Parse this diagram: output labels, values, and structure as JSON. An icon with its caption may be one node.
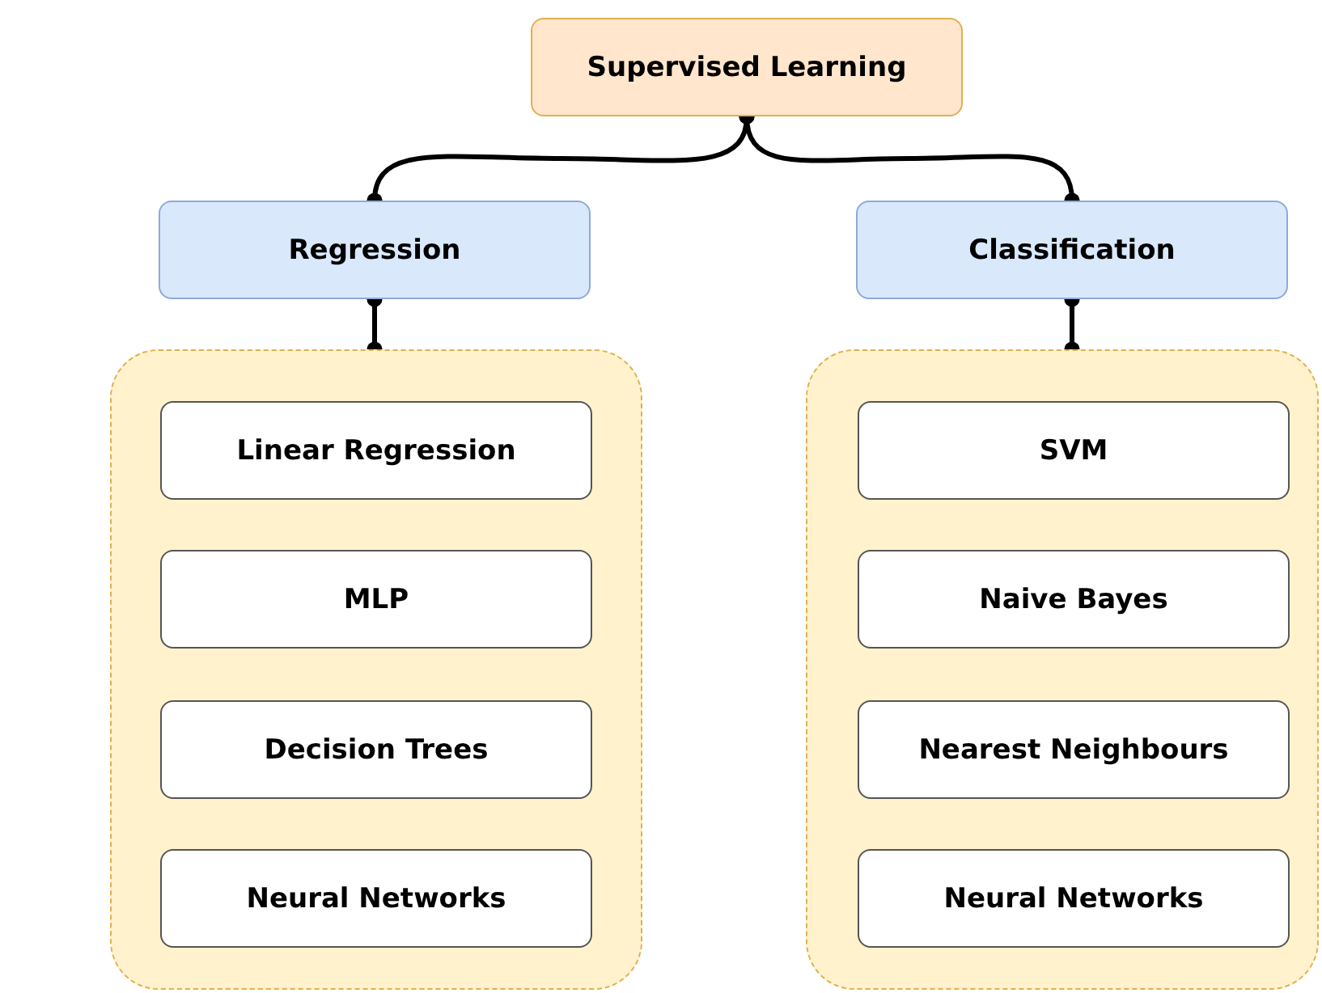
{
  "diagram": {
    "nodes": [
      {
        "text": [
          "Supervised Learning"
        ]
      },
      {
        "text": [
          "Regression"
        ]
      },
      {
        "text": [
          "Classification"
        ]
      },
      {
        "text": [],
        "shape": "box"
      },
      {
        "text": [
          "Linear Regression"
        ],
        "in": 3
      },
      {
        "text": [
          "MLP"
        ],
        "in": 3
      },
      {
        "text": [
          "Decision Trees"
        ],
        "in": 3
      },
      {
        "text": [
          "Neural Networks"
        ],
        "in": 3
      },
      {
        "text": [],
        "shape": "box"
      },
      {
        "text": [
          "SVM"
        ],
        "in": 8
      },
      {
        "text": [
          "Naive Bayes"
        ],
        "in": 8
      },
      {
        "text": [
          "Nearest Neighbours"
        ],
        "in": 8
      },
      {
        "text": [
          "Neural Networks"
        ],
        "in": 8
      }
    ],
    "edges": [
      {
        "from": 0,
        "to": 1,
        "arrow": "other"
      },
      {
        "from": 0,
        "to": 2,
        "arrow": "other"
      },
      {
        "from": 1,
        "to": 3,
        "arrow": "other"
      },
      {
        "from": 2,
        "to": 8,
        "arrow": "other"
      }
    ]
  }
}
